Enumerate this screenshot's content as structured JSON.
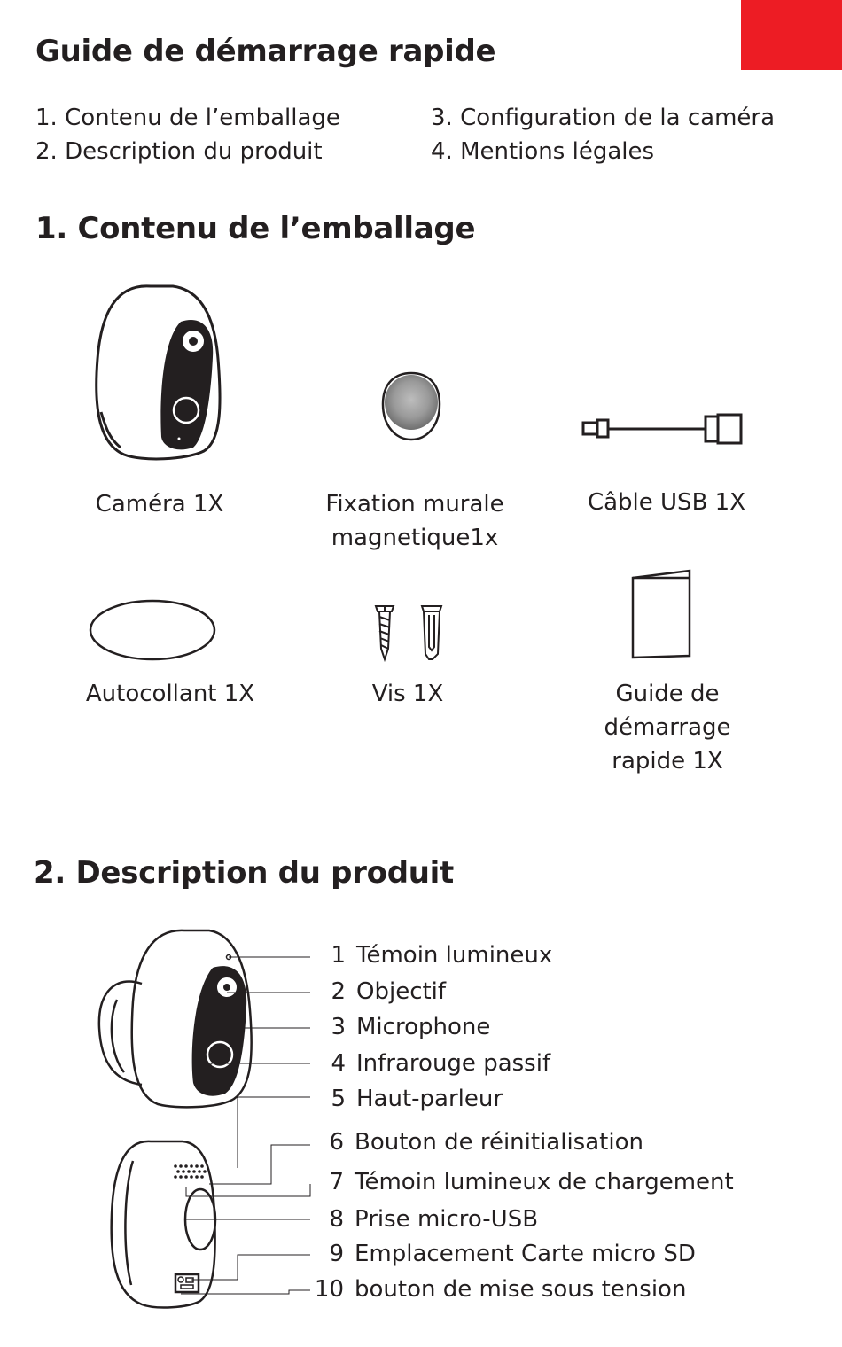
{
  "colors": {
    "accent": "#ed1c24",
    "ink": "#231f20"
  },
  "title": "Guide de démarrage rapide",
  "toc": [
    "1. Contenu de l’emballage",
    "2. Description du produit",
    "3. Configuration de la caméra",
    "4. Mentions légales"
  ],
  "section1": {
    "heading": "1. Contenu de l’emballage",
    "items": [
      {
        "icon": "camera-icon",
        "label": "Caméra 1X"
      },
      {
        "icon": "magnetic-wall-mount-icon",
        "label": "Fixation murale magnetique1x"
      },
      {
        "icon": "usb-cable-icon",
        "label": "Câble USB 1X"
      },
      {
        "icon": "sticker-icon",
        "label": "Autocollant 1X"
      },
      {
        "icon": "screw-icon",
        "label": "Vis 1X"
      },
      {
        "icon": "quick-start-guide-icon",
        "label": "Guide de démarrage rapide  1X"
      }
    ]
  },
  "section2": {
    "heading": "2. Description du produit",
    "parts": [
      {
        "num": "1",
        "label": "Témoin lumineux"
      },
      {
        "num": "2",
        "label": "Objectif"
      },
      {
        "num": "3",
        "label": "Microphone"
      },
      {
        "num": "4",
        "label": "Infrarouge passif"
      },
      {
        "num": "5",
        "label": "Haut-parleur"
      },
      {
        "num": "6",
        "label": "Bouton de réinitialisation"
      },
      {
        "num": "7",
        "label": "Témoin lumineux de chargement"
      },
      {
        "num": "8",
        "label": "Prise micro-USB"
      },
      {
        "num": "9",
        "label": "Emplacement Carte micro SD"
      },
      {
        "num": "10",
        "label": "bouton de mise sous tension"
      }
    ]
  }
}
